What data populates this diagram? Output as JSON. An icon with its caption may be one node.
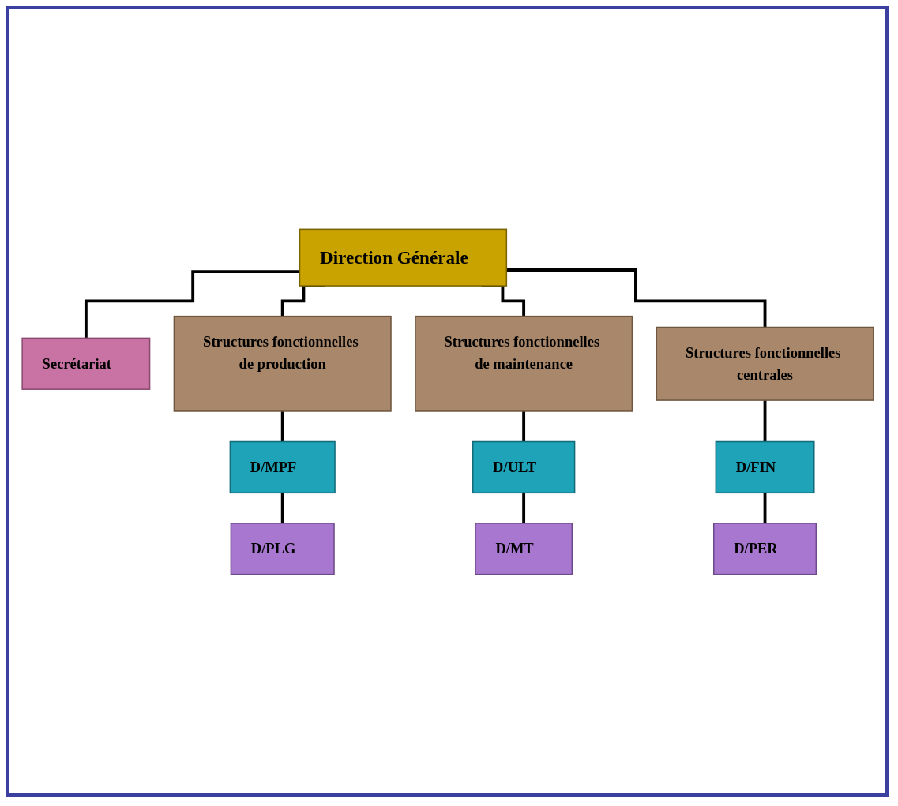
{
  "diagram": {
    "nodes": [
      {
        "text": [
          "Direction Générale"
        ]
      },
      {
        "text": [
          "Secrétariat"
        ]
      },
      {
        "text": [
          "Structures fonctionnelles de production"
        ]
      },
      {
        "text": [
          "Structures fonctionnelles de maintenance"
        ]
      },
      {
        "text": [
          "Structures fonctionnelles centrales"
        ]
      },
      {
        "text": [
          "D/MPF"
        ]
      },
      {
        "text": [
          "D/PLG"
        ]
      },
      {
        "text": [
          "D/ULT"
        ]
      },
      {
        "text": [
          "D/MT"
        ]
      },
      {
        "text": [
          "D/FIN"
        ]
      },
      {
        "text": [
          "D/PER"
        ]
      }
    ],
    "edges": [
      {
        "from": 0,
        "to": 1,
        "arrow": "none"
      },
      {
        "from": 0,
        "to": 2,
        "arrow": "none"
      },
      {
        "from": 0,
        "to": 3,
        "arrow": "none"
      },
      {
        "from": 0,
        "to": 4,
        "arrow": "none"
      },
      {
        "from": 2,
        "to": 5,
        "arrow": "none"
      },
      {
        "from": 5,
        "to": 6,
        "arrow": "none"
      },
      {
        "from": 3,
        "to": 7,
        "arrow": "none"
      },
      {
        "from": 7,
        "to": 8,
        "arrow": "none"
      },
      {
        "from": 4,
        "to": 9,
        "arrow": "none"
      },
      {
        "from": 9,
        "to": 10,
        "arrow": "none"
      }
    ]
  }
}
